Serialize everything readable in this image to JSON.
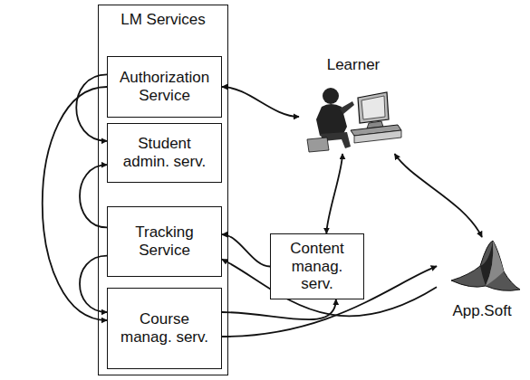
{
  "diagram": {
    "nodes": [
      {
        "text": [
          "LM Services"
        ]
      },
      {
        "text": [
          "Authorization Service"
        ],
        "in": 0
      },
      {
        "text": [
          "Student admin. serv."
        ],
        "in": 0
      },
      {
        "text": [
          "Tracking Service"
        ],
        "in": 0
      },
      {
        "text": [
          "Course manag. serv."
        ],
        "in": 0
      },
      {
        "text": [
          "Content manag. serv."
        ]
      },
      {
        "text": [
          "Learner"
        ]
      },
      {
        "text": [
          "App.Soft"
        ]
      }
    ],
    "edges": [
      {
        "from": 1,
        "to": 6,
        "arrow": "both"
      },
      {
        "from": 1,
        "to": 2,
        "arrow": "to"
      },
      {
        "from": 1,
        "to": 4,
        "arrow": "to"
      },
      {
        "from": 3,
        "to": 2,
        "arrow": "to"
      },
      {
        "from": 3,
        "to": 4,
        "arrow": "to"
      },
      {
        "from": 6,
        "to": 5,
        "arrow": "both"
      },
      {
        "from": 6,
        "to": 7,
        "arrow": "both"
      },
      {
        "from": 4,
        "to": 5,
        "arrow": "to"
      },
      {
        "from": 4,
        "to": 7,
        "arrow": "to"
      },
      {
        "from": 5,
        "to": 3,
        "arrow": "to"
      },
      {
        "from": 7,
        "to": 3,
        "arrow": "to"
      }
    ]
  }
}
